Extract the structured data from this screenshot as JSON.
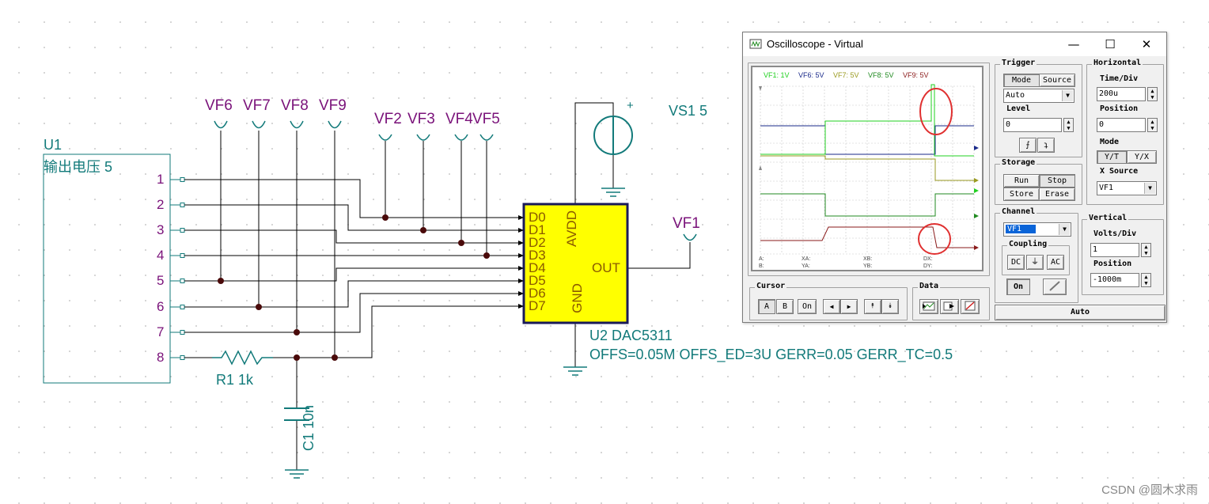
{
  "schematic": {
    "u1": {
      "name": "U1",
      "subtitle": "输出电压 5",
      "pins": [
        "1",
        "2",
        "3",
        "4",
        "5",
        "6",
        "7",
        "8"
      ]
    },
    "probes_left": [
      "VF6",
      "VF7",
      "VF8",
      "VF9"
    ],
    "probes_right": [
      "VF2",
      "VF3",
      "VF4",
      "VF5"
    ],
    "vs1": "VS1 5",
    "vs1_plus": "+",
    "vf1": "VF1",
    "dac": {
      "inputs": [
        "D0",
        "D1",
        "D2",
        "D3",
        "D4",
        "D5",
        "D6",
        "D7"
      ],
      "avdd": "AVDD",
      "out": "OUT",
      "gnd": "GND",
      "name": "U2 DAC5311",
      "params": "OFFS=0.05M OFFS_ED=3U GERR=0.05 GERR_TC=0.5",
      "fill_color": "#ffff00"
    },
    "r1": "R1 1k",
    "c1": "C1 10n",
    "watermark": "CSDN @圆木求雨"
  },
  "scope": {
    "title": "Oscilloscope - Virtual",
    "window_buttons": {
      "minimize": "—",
      "maximize": "☐",
      "close": "✕"
    },
    "channels": [
      {
        "label": "VF1: 1V",
        "color": "#20d020"
      },
      {
        "label": "VF6: 5V",
        "color": "#1a2a8a"
      },
      {
        "label": "VF7: 5V",
        "color": "#9a9a20"
      },
      {
        "label": "VF8: 5V",
        "color": "#208a20"
      },
      {
        "label": "VF9: 5V",
        "color": "#8a1a1a"
      }
    ],
    "cursor_readout": {
      "a": "A:",
      "b": "B:",
      "xa": "XA:",
      "ya": "YA:",
      "xb": "XB:",
      "yb": "YB:",
      "dx": "DX:",
      "dy": "DY:"
    },
    "trigger": {
      "title": "Trigger",
      "mode": "Mode",
      "source": "Source",
      "mode_value": "Auto",
      "level_label": "Level",
      "level_value": "0",
      "rise": "⨍",
      "fall": "ʇ"
    },
    "horizontal": {
      "title": "Horizontal",
      "timediv_label": "Time/Div",
      "timediv_value": "200u",
      "position_label": "Position",
      "position_value": "0",
      "mode_label": "Mode",
      "yt": "Y/T",
      "yx": "Y/X",
      "xsource_label": "X Source",
      "xsource_value": "VF1"
    },
    "storage": {
      "title": "Storage",
      "run": "Run",
      "stop": "Stop",
      "store": "Store",
      "erase": "Erase"
    },
    "channel": {
      "title": "Channel",
      "value": "VF1",
      "coupling_label": "Coupling",
      "dc": "DC",
      "gnd": "⏚",
      "ac": "AC",
      "on": "On"
    },
    "vertical": {
      "title": "Vertical",
      "voltsdiv_label": "Volts/Div",
      "voltsdiv_value": "1",
      "position_label": "Position",
      "position_value": "-1000m"
    },
    "cursor": {
      "title": "Cursor",
      "a": "A",
      "b": "B",
      "on": "On",
      "left": "◀",
      "right": "▶",
      "up": "⯭",
      "down": "⯯"
    },
    "data": {
      "title": "Data"
    },
    "auto": "Auto"
  }
}
